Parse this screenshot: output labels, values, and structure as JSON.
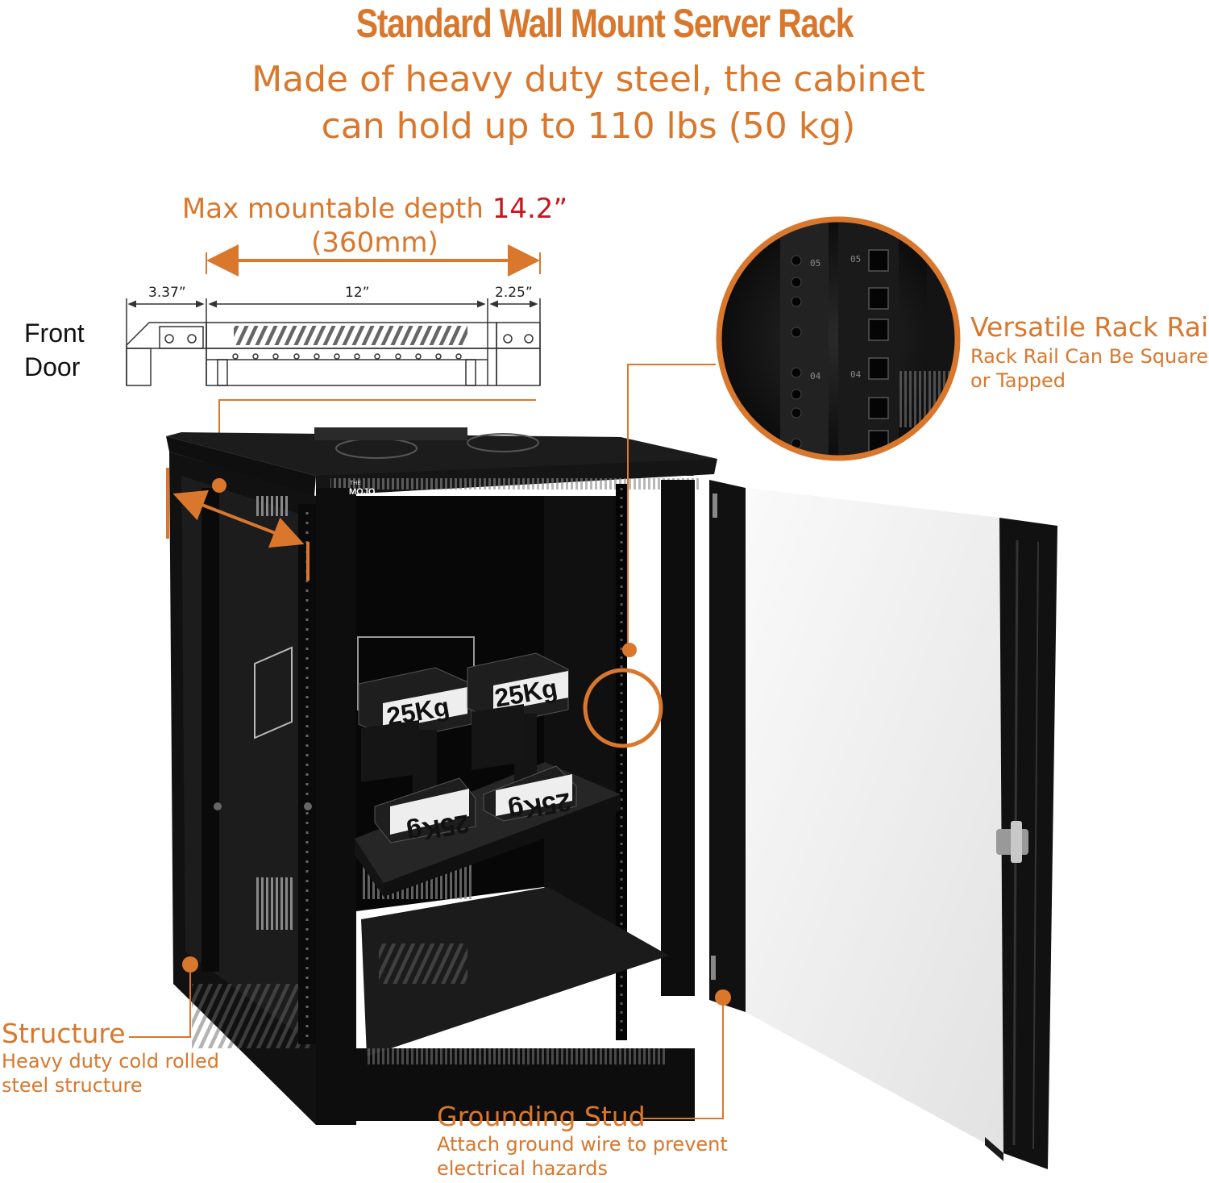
{
  "header": {
    "title": "Standard Wall Mount Server Rack",
    "subtitle_line1": "Made of heavy duty steel, the cabinet",
    "subtitle_line2": "can hold up to 110 lbs (50 kg)"
  },
  "depth": {
    "label_prefix": "Max mountable depth",
    "value": "14.2”",
    "metric": "(360mm)",
    "dim_left": "3.37”",
    "dim_mid": "12”",
    "dim_right": "2.25”",
    "front_door_line1": "Front",
    "front_door_line2": "Door"
  },
  "callouts": {
    "rack_rail": {
      "title": "Versatile Rack Rail",
      "desc_line1": "Rack Rail Can Be Square",
      "desc_line2": "or Tapped"
    },
    "structure": {
      "title": "Structure",
      "desc_line1": "Heavy duty cold rolled",
      "desc_line2": "steel structure"
    },
    "grounding": {
      "title": "Grounding Stud",
      "desc_line1": "Attach ground wire to prevent",
      "desc_line2": "electrical hazards"
    }
  },
  "product": {
    "brand_small": "THE",
    "brand": "MOJO",
    "weight_label": "25Kg",
    "rail_numbers": [
      "05",
      "04"
    ]
  },
  "colors": {
    "accent": "#d9772c",
    "highlight": "#c8161d",
    "cabinet": "#141414"
  }
}
